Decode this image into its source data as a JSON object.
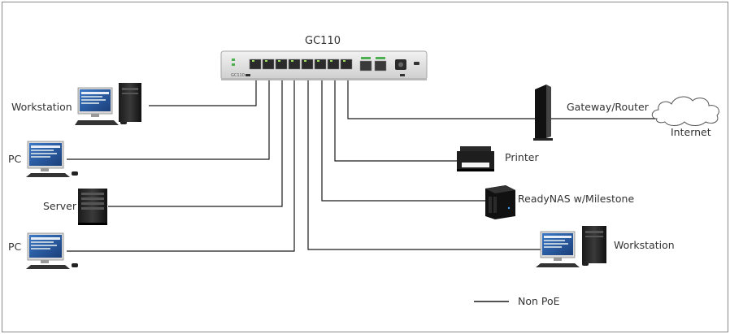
{
  "diagram": {
    "switch": {
      "name": "GC110",
      "front_label": "GC110"
    },
    "devices": {
      "workstation_left": "Workstation",
      "pc_top": "PC",
      "server": "Server",
      "pc_bottom": "PC",
      "gateway": "Gateway/Router",
      "internet": "Internet",
      "printer": "Printer",
      "nas": "ReadyNAS w/Milestone",
      "workstation_right": "Workstation"
    },
    "legend": {
      "non_poe": "Non PoE"
    },
    "colors": {
      "wire": "#1a1a1a",
      "border": "#8a8a8a",
      "text": "#333333"
    }
  }
}
